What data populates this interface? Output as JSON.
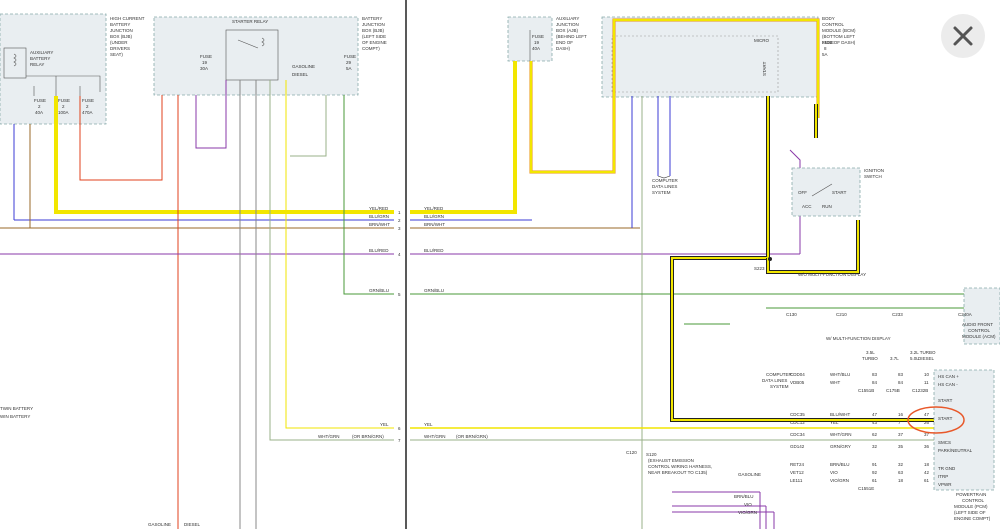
{
  "left_panel": {
    "hc_junction_box": [
      "HIGH CURRENT",
      "BATTERY",
      "JUNCTION",
      "BOX (BJB)",
      "(UNDER",
      "DRIVERS",
      "SEAT)"
    ],
    "aux_battery_relay": [
      "AUXILIARY",
      "BATTERY",
      "RELAY"
    ],
    "starter_relay": "STARTER RELAY",
    "bjb_box": [
      "BATTERY",
      "JUNCTION",
      "BOX (BJB)",
      "(LEFT SIDE",
      "OF ENGINE",
      "COMPT)"
    ],
    "fuse_a": [
      "FUSE",
      "2",
      "40A"
    ],
    "fuse_b": [
      "FUSE",
      "2",
      "100A"
    ],
    "fuse_c": [
      "FUSE",
      "2",
      "470A"
    ],
    "fuse_19": [
      "FUSE",
      "19",
      "30A"
    ],
    "fuse_29": [
      "FUSE",
      "29",
      "5A"
    ],
    "gasoline": "GASOLINE",
    "diesel": "DIESEL",
    "twin_battery": [
      "TWIN BATTERY",
      "WIN BATTERY"
    ]
  },
  "right_panel": {
    "ajb": [
      "AUXILIARY",
      "JUNCTION",
      "BOX (AJB)",
      "(BEHIND LEFT",
      "END OF",
      "DASH)"
    ],
    "ajb_fuse": [
      "FUSE",
      "19",
      "40A"
    ],
    "bcm": [
      "BODY",
      "CONTROL",
      "MODULE (BCM)",
      "(BOTTOM LEFT",
      "SIDE OF DASH)"
    ],
    "bcm_fuse": [
      "FUSE",
      "8",
      "5A"
    ],
    "micro": "MICRO",
    "start": "START",
    "ignition_switch": [
      "IGNITION",
      "SWITCH"
    ],
    "ign_positions": [
      "OFF",
      "START",
      "ACC",
      "RUN"
    ],
    "computer_lines_top": [
      "COMPUTER",
      "DATA LINES",
      "SYSTEM"
    ],
    "splice": "S223",
    "wo_mfd": "W/O MULTI-FUNCTION DISPLAY",
    "w_mfd": "W/ MULTI-FUNCTION DISPLAY",
    "audio": [
      "AUDIO FRONT",
      "CONTROL",
      "MODULE (ACM)"
    ],
    "engines": [
      "3.5L",
      "TURBO",
      "3.7L",
      "5.0L",
      "3.2L TURBO",
      "DIESEL"
    ],
    "computer_lines_bottom": [
      "COMPUTER",
      "DATA LINES",
      "SYSTEM"
    ],
    "pcm_pins": [
      "HS CAN +",
      "HS CAN -",
      "START",
      "START",
      "SMCS",
      "PARK/NEUTRAL",
      "TR GND",
      "ITRP",
      "VPWR"
    ],
    "pcm": [
      "POWERTRAIN",
      "CONTROL",
      "MODULE (PCM)",
      "(LEFT SIDE OF",
      "ENGINE COMPT)"
    ],
    "exhaust": [
      "(EXHAUST EMISSION",
      "CONTROL WIRING HARNESS,",
      "NEAR BREAKOUT TO C135)"
    ],
    "s120": "S120"
  },
  "wires": [
    {
      "label": "YEL/RED",
      "num": "1"
    },
    {
      "label": "BLU/GRN",
      "num": "2"
    },
    {
      "label": "BRN/WHT",
      "num": "3"
    },
    {
      "label": "BLU/RED",
      "num": "4"
    },
    {
      "label": "GRN/BLU",
      "num": "5"
    },
    {
      "label": "YEL",
      "num": "6"
    },
    {
      "label": "WHT/GRN",
      "num": "7",
      "alt": "(OR BRN/GRN)"
    }
  ],
  "right_table": [
    {
      "circuit": "CDD04",
      "color": "WHT/BLU",
      "a": "83",
      "b": "83",
      "c": "10"
    },
    {
      "circuit": "VDB05",
      "color": "WHT",
      "a": "84",
      "b": "84",
      "c": "11"
    },
    {
      "circuit": "CDC35",
      "color": "BLU/WHT",
      "a": "47",
      "b": "16",
      "c": "47"
    },
    {
      "circuit": "CDC12",
      "color": "YEL",
      "a": "43",
      "b": "7",
      "c": "26"
    },
    {
      "circuit": "CDC34",
      "color": "WHT/GRN",
      "a": "62",
      "b": "37",
      "c": "37"
    },
    {
      "circuit": "GD142",
      "color": "GRN/GRY",
      "a": "32",
      "b": "35",
      "c": "36"
    },
    {
      "circuit": "RET24",
      "color": "BRN/BLU",
      "a": "91",
      "b": "32",
      "c": "18"
    },
    {
      "circuit": "VET12",
      "color": "VIO",
      "a": "92",
      "b": "63",
      "c": "42"
    },
    {
      "circuit": "LE111",
      "color": "VIO/GRN",
      "a": "61",
      "b": "18",
      "c": "61"
    }
  ],
  "connectors": [
    "C120",
    "C130",
    "C210",
    "C233",
    "C240A",
    "C1551B",
    "C175B",
    "C1232B",
    "C1551E"
  ],
  "bottom_labels": [
    "GASOLINE",
    "DIESEL",
    "BRN/BLU",
    "VIO",
    "VIO/GRN"
  ],
  "colors": {
    "yellow": "#f2e600",
    "red": "#e0421c",
    "blue": "#3b3bd6",
    "green": "#4a9a3a",
    "purple": "#8a3aa8",
    "brown": "#9a6a2a",
    "annotation": "#e8582a"
  },
  "close_icon": "close-x-icon"
}
